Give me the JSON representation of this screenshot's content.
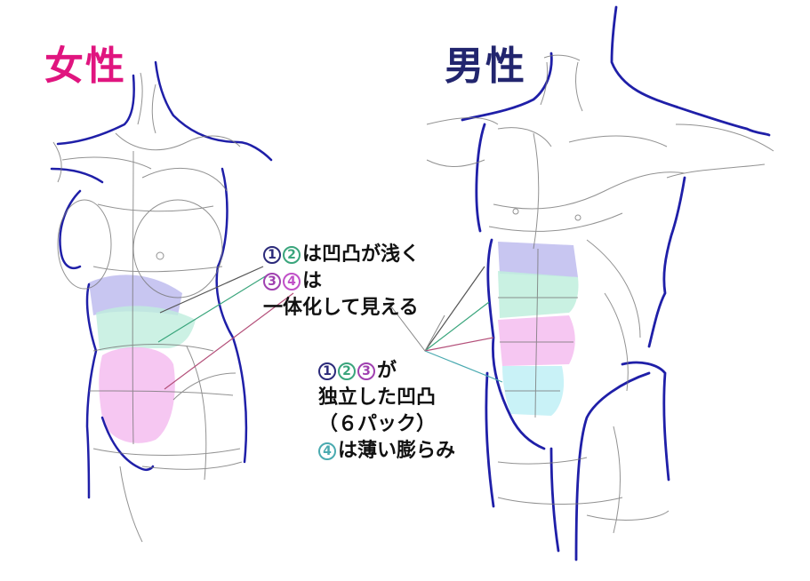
{
  "titles": {
    "female": "女性",
    "male": "男性"
  },
  "colors": {
    "female_title": "#e0157f",
    "male_title": "#22256e",
    "outline": "#1f1fa8",
    "region_1": "#b6b3ec",
    "region_2": "#bfeedd",
    "region_3": "#f4bdf0",
    "region_4_female": "#f4bdf0",
    "region_4_male": "#bff0f6"
  },
  "female_note": {
    "line1": {
      "markers": [
        "1",
        "2"
      ],
      "text": "は凹凸が浅く"
    },
    "line2": {
      "markers": [
        "3",
        "4"
      ],
      "text": "は"
    },
    "line3": {
      "text": "一体化して見える"
    }
  },
  "male_note": {
    "line1": {
      "markers": [
        "1",
        "2",
        "3"
      ],
      "text": "が"
    },
    "line2": {
      "text": "独立した凹凸"
    },
    "line3": {
      "text": "（６パック）"
    },
    "line4": {
      "markers": [
        "4"
      ],
      "text": "は薄い膨らみ"
    }
  },
  "figures": [
    {
      "id": "female-torso",
      "label": "女性",
      "regions": [
        "1",
        "2",
        "3",
        "4"
      ]
    },
    {
      "id": "male-torso",
      "label": "男性",
      "regions": [
        "1",
        "2",
        "3",
        "4"
      ]
    }
  ]
}
